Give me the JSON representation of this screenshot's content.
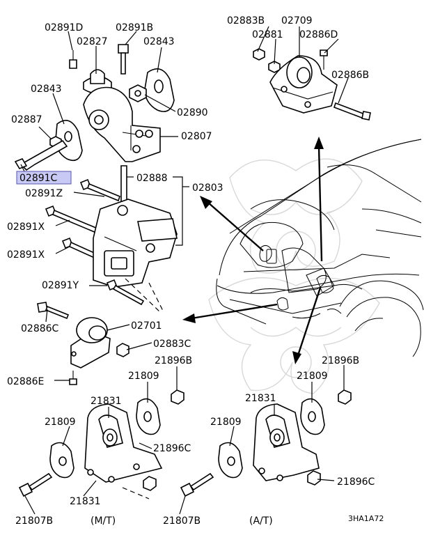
{
  "diagram": {
    "labels": {
      "p02891D": "02891D",
      "p02891B": "02891B",
      "p02827": "02827",
      "p02843_top": "02843",
      "p02843_left": "02843",
      "p02890": "02890",
      "p02887": "02887",
      "p02807": "02807",
      "p02891C": "02891C",
      "p02888": "02888",
      "p02803": "02803",
      "p02891Z": "02891Z",
      "p02891X_a": "02891X",
      "p02891X_b": "02891X",
      "p02891Y": "02891Y",
      "p02886C": "02886C",
      "p02701": "02701",
      "p02883C": "02883C",
      "p02886E": "02886E",
      "p21896B_left": "21896B",
      "p21896B_right": "21896B",
      "p21809_lt": "21809",
      "p21809_ll": "21809",
      "p21809_rt": "21809",
      "p21809_rl": "21809",
      "p21831_left": "21831",
      "p21831_right": "21831",
      "p21896C_left": "21896C",
      "p21896C_right": "21896C",
      "p21807B_left": "21807B",
      "p21807B_right": "21807B",
      "p02883B": "02883B",
      "p02709": "02709",
      "p02881": "02881",
      "p02886D": "02886D",
      "p02886B": "02886B"
    },
    "captions": {
      "mt": "(M/T)",
      "at": "(A/T)",
      "ref": "3HA1A72"
    },
    "highlight_color": "#c9c9f5",
    "highlight_border": "#5555aa"
  }
}
